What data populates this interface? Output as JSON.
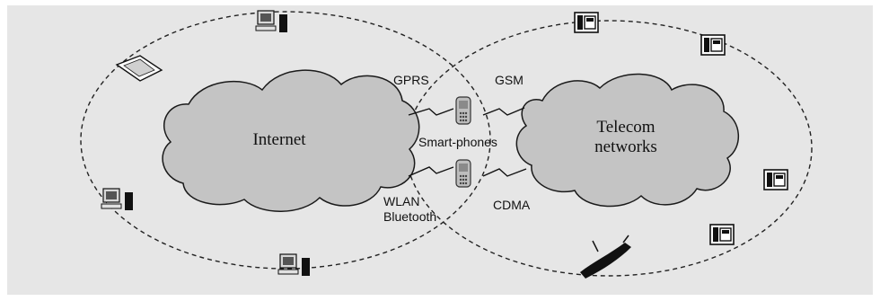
{
  "diagram": {
    "clouds": {
      "internet": "Internet",
      "telecom_line1": "Telecom",
      "telecom_line2": "networks"
    },
    "labels": {
      "gprs": "GPRS",
      "gsm": "GSM",
      "smartphones": "Smart-phones",
      "wlan": "WLAN",
      "bluetooth": "Bluetooth",
      "cdma": "CDMA"
    },
    "colors": {
      "background": "#e6e6e6",
      "frame": "#ffffff",
      "cloud_fill": "#c4c4c4",
      "cloud_stroke": "#1a1a1a",
      "ring_stroke": "#222222",
      "text": "#111111"
    }
  }
}
